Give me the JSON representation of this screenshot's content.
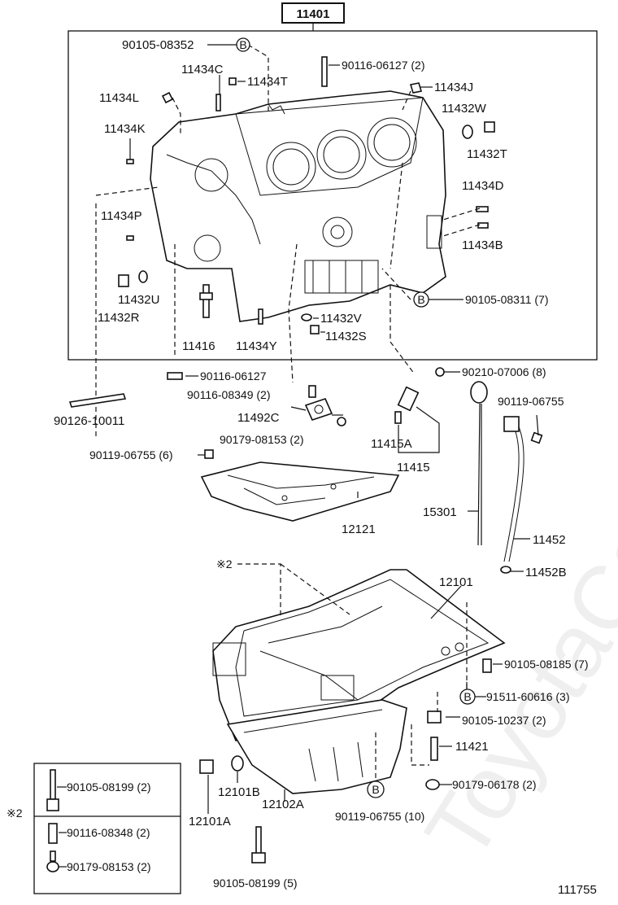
{
  "main_part": "11401",
  "watermark": "ToyotaCarMArt.ru",
  "diagram_id": "111755",
  "labels": {
    "p90105_08352": "90105-08352",
    "p11434C": "11434C",
    "p11434T": "11434T",
    "p90116_06127_2": "90116-06127 (2)",
    "p11434J": "11434J",
    "p11434L": "11434L",
    "p11432W": "11432W",
    "p11434K": "11434K",
    "p11432T": "11432T",
    "p11434D": "11434D",
    "p11434P": "11434P",
    "p11434B": "11434B",
    "p11432U": "11432U",
    "p11432R": "11432R",
    "p90105_08311_7": "90105-08311 (7)",
    "p11432V": "11432V",
    "p11432S": "11432S",
    "p11416": "11416",
    "p11434Y": "11434Y",
    "p90116_06127": "90116-06127",
    "p90210_07006_8": "90210-07006 (8)",
    "p90116_08349_2": "90116-08349 (2)",
    "p90119_06755": "90119-06755",
    "p90126_10011": "90126-10011",
    "p11492C": "11492C",
    "p90179_08153_2": "90179-08153 (2)",
    "p11415A": "11415A",
    "p90119_06755_6": "90119-06755 (6)",
    "p11415": "11415",
    "p15301": "15301",
    "p12121": "12121",
    "p11452": "11452",
    "p11452B": "11452B",
    "note2": "※2",
    "p12101": "12101",
    "p90105_08185_7": "90105-08185 (7)",
    "p91511_60616_3": "91511-60616 (3)",
    "p90105_10237_2": "90105-10237 (2)",
    "p11421": "11421",
    "p90105_08199_2": "90105-08199 (2)",
    "p12101B": "12101B",
    "p12102A": "12102A",
    "p90179_06178_2": "90179-06178 (2)",
    "p12101A": "12101A",
    "p90119_06755_10": "90119-06755 (10)",
    "p90116_08348_2": "90116-08348 (2)",
    "p90179_08153_2b": "90179-08153 (2)",
    "p90105_08199_5": "90105-08199 (5)"
  },
  "callouts": {
    "b": "B"
  }
}
